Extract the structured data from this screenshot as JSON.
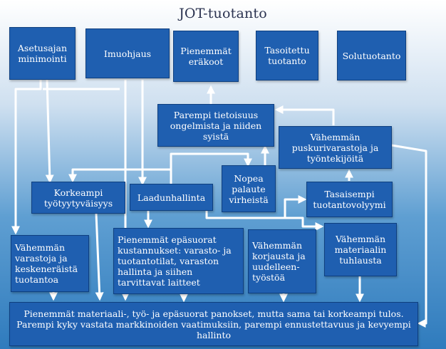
{
  "title": "JOT-tuotanto",
  "boxes": {
    "asetusajan": "Asetusajan\nminimointi",
    "imuohjaus": "Imuohjaus",
    "pienemmat_erakoot": "Pienemmät\neräkoot",
    "tasoitettu": "Tasoitettu\ntuotanto",
    "solutuotanto": "Solutuotanto",
    "tietoisuus": "Parempi tietoisuus\nongelmista ja niiden\nsyistä",
    "puskuri": "Vähemmän\npuskurivarastoja ja\ntyöntekijöitä",
    "nopea": "Nopea\npalaute\nvirheistä",
    "tyytyvaisyys": "Korkeampi\ntyötyytyväisyys",
    "laadunhallinta": "Laadunhallinta",
    "tasaisempi": "Tasaisempi\ntuotantovolyymi",
    "varastot": "Vähemmän\nvarastoja ja\nkeskeneräistä\ntuotantoa",
    "epasuorat": "Pienemmät epäsuorat\nkustannukset: varasto- ja\ntuotantotilat, varaston\nhallinta ja siihen\ntarvittavat laitteet",
    "korjaus": "Vähemmän\nkorjausta ja\nuudelleen-\ntyöstöä",
    "materiaali": "Vähemmän\nmateriaalin\ntuhlausta",
    "bottom": "Pienemmät materiaali-, työ- ja epäsuorat panokset, mutta sama tai korkeampi tulos.\nParempi kyky vastata markkinoiden vaatimuksiin, parempi ennustettavuus ja kevyempi\nhallinto"
  },
  "colors": {
    "box_fill": "#1f5fb0",
    "box_border": "#0e3f7f",
    "arrow": "#ffffff",
    "title": "#2b3350"
  }
}
